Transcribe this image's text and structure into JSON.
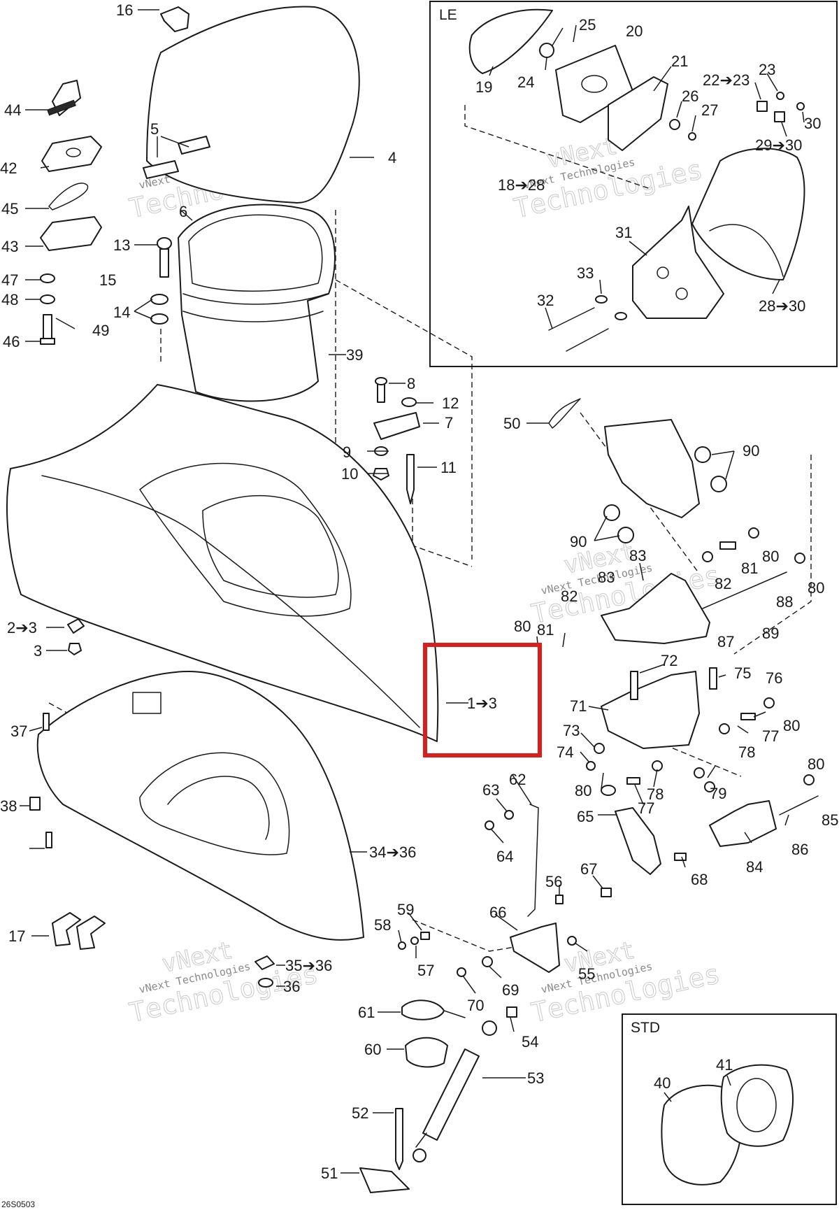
{
  "diagram": {
    "watermark": [
      "vNext",
      "vNext Technologies",
      "Technologies"
    ],
    "reference_code": "26S0503",
    "highlight_color": "#d91e1e",
    "line_color": "#1a1a1a",
    "inset_boxes": [
      {
        "id": "le",
        "label": "LE"
      },
      {
        "id": "std",
        "label": "STD"
      }
    ],
    "highlight": {
      "label": "1➔3"
    },
    "callouts": [
      "16",
      "4",
      "5",
      "44",
      "42",
      "45",
      "43",
      "47",
      "48",
      "46",
      "13",
      "15",
      "14",
      "49",
      "6",
      "39",
      "8",
      "12",
      "7",
      "9",
      "10",
      "11",
      "2➔3",
      "3",
      "37",
      "38",
      "34➔36",
      "17",
      "35➔36",
      "36",
      "LE",
      "25",
      "20",
      "19",
      "24",
      "21",
      "22➔23",
      "23",
      "26",
      "27",
      "30",
      "29➔30",
      "18➔28",
      "31",
      "33",
      "32",
      "28➔30",
      "50",
      "90",
      "83",
      "81",
      "80",
      "82",
      "88",
      "89",
      "87",
      "72",
      "75",
      "76",
      "71",
      "77",
      "73",
      "74",
      "78",
      "79",
      "85",
      "65",
      "84",
      "86",
      "62",
      "63",
      "64",
      "67",
      "68",
      "56",
      "59",
      "58",
      "57",
      "66",
      "55",
      "69",
      "70",
      "61",
      "54",
      "60",
      "53",
      "52",
      "51",
      "STD",
      "41",
      "40"
    ]
  }
}
